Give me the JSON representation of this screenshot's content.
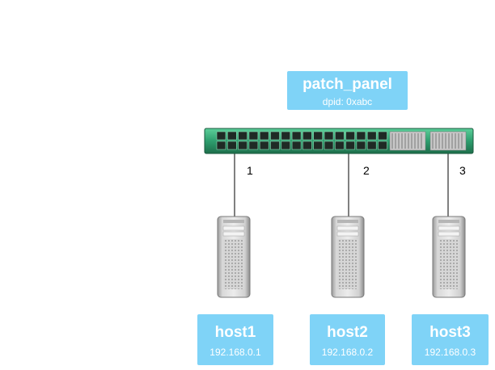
{
  "switch": {
    "name": "patch_panel",
    "dpid": "dpid: 0xabc"
  },
  "ports": [
    "1",
    "2",
    "3"
  ],
  "hosts": [
    {
      "name": "host1",
      "ip": "192.168.0.1"
    },
    {
      "name": "host2",
      "ip": "192.168.0.2"
    },
    {
      "name": "host3",
      "ip": "192.168.0.3"
    }
  ],
  "colors": {
    "label_bg": "#7fd3f7",
    "switch_body": "#2e9e6e",
    "link": "#000000"
  }
}
